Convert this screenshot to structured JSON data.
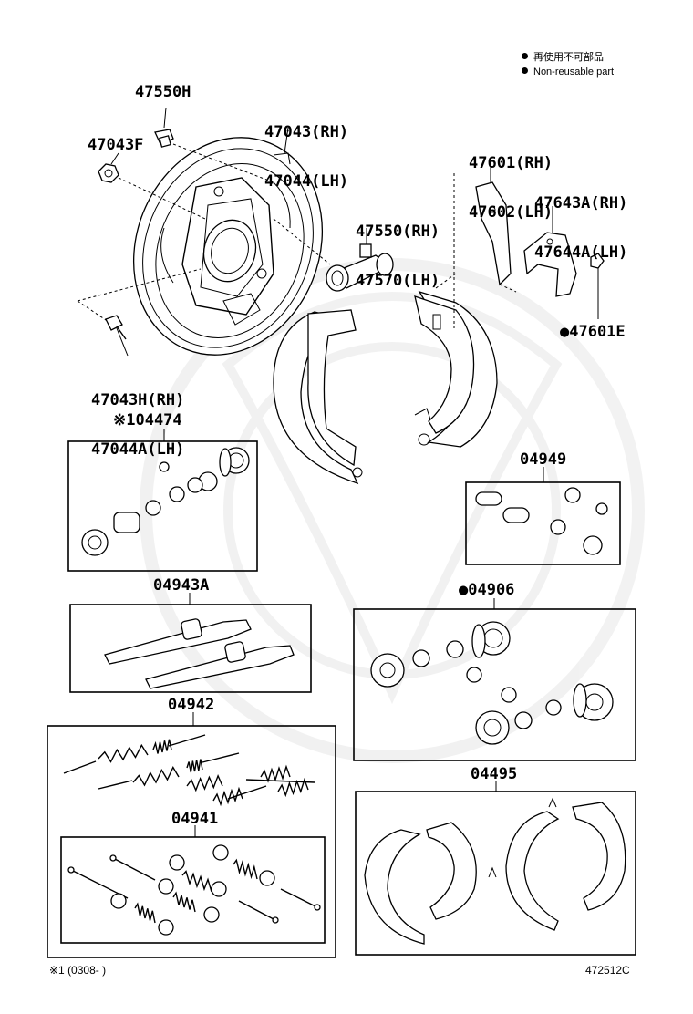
{
  "legend": {
    "line1": "再使用不可部品",
    "line2": "Non-reusable part"
  },
  "labels": {
    "p47550H": "47550H",
    "p47043F": "47043F",
    "p47043_rh": "47043(RH)",
    "p47044_lh": "47044(LH)",
    "p47550_rh": "47550(RH)",
    "p47570_lh": "47570(LH)",
    "p47601_rh": "47601(RH)",
    "p47602_lh": "47602(LH)",
    "p47643A_rh": "47643A(RH)",
    "p47644A_lh": "47644A(LH)",
    "p47601E": "●47601E",
    "p47043H_rh": "47043H(RH)",
    "p47044A_lh": "47044A(LH)",
    "k04474": "※104474",
    "k04949": "04949",
    "k04943A": "04943A",
    "k04906": "●04906",
    "k04942": "04942",
    "k04941": "04941",
    "k04495": "04495"
  },
  "footer": {
    "note": "※1 (0308-      )",
    "code": "472512C"
  }
}
